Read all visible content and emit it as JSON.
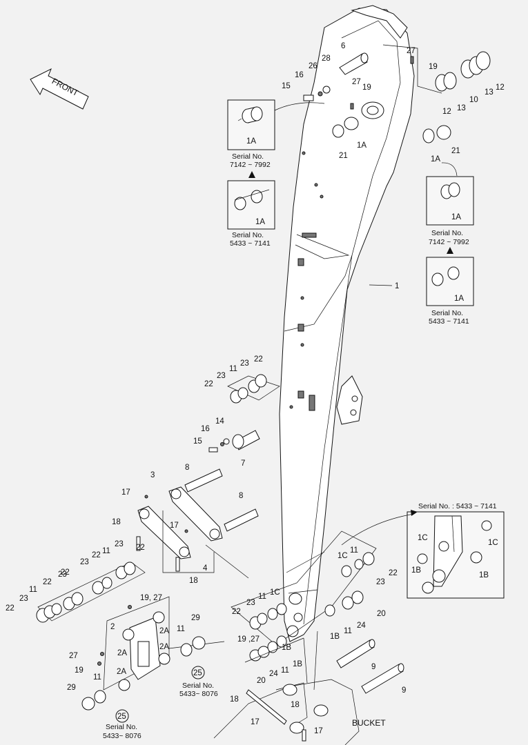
{
  "orientation": "FRONT",
  "bucket_label": "BUCKET",
  "serial_label": "Serial No.",
  "serial_range_a": "7142 ~ 7992",
  "serial_range_b": "5433 ~ 7141",
  "serial_range_c": "5433~ 8076",
  "serial_inline": "Serial No. : 5433 ~ 7141",
  "callouts": {
    "c1": "1",
    "c1A": "1A",
    "c1B": "1B",
    "c1C": "1C",
    "c2": "2",
    "c2A": "2A",
    "c3": "3",
    "c4": "4",
    "c6": "6",
    "c7": "7",
    "c8": "8",
    "c9": "9",
    "c10": "10",
    "c11": "11",
    "c12": "12",
    "c13": "13",
    "c14": "14",
    "c15": "15",
    "c16": "16",
    "c17": "17",
    "c18": "18",
    "c19": "19",
    "c1927": "19, 27",
    "c1927b": "19 ,27",
    "c20": "20",
    "c21": "21",
    "c22": "22",
    "c23": "23",
    "c24": "24",
    "c25": "25",
    "c26": "26",
    "c27": "27",
    "c28": "28",
    "c29": "29"
  }
}
